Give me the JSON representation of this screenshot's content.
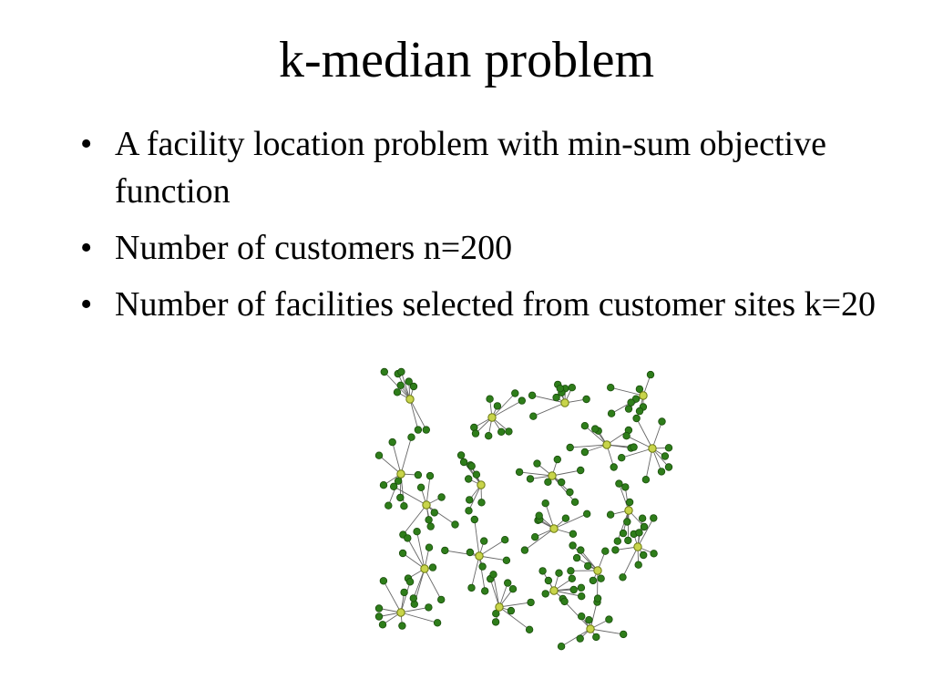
{
  "slide": {
    "title": "k-median problem",
    "bullet_symbol": "•",
    "bullets": [
      "A facility location problem with min-sum objective function",
      "Number of customers n=200",
      "Number of facilities selected from customer sites k=20"
    ]
  },
  "graph": {
    "colors": {
      "customer": "#2e7d1a",
      "customer_edge": "#1a4d0c",
      "facility": "#c8d44a",
      "facility_edge": "#6b7a10",
      "link": "#666666"
    }
  }
}
